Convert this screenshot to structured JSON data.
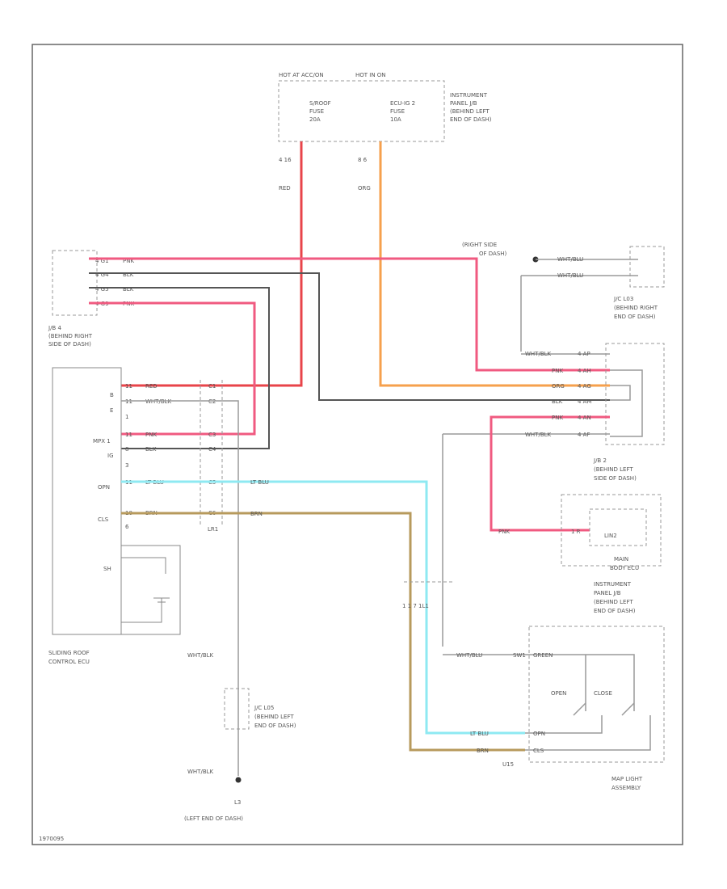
{
  "colors": {
    "red": "#f05a80",
    "red_feed": "#e8444a",
    "orange": "#f6a04d",
    "light_blue": "#8ee9f2",
    "tan": "#b79a5c",
    "gray": "#9a9a9a",
    "dark": "#555555"
  },
  "labels": {
    "hot_at_acc": "HOT AT ACC/ON",
    "hot_in_on": "HOT IN ON",
    "fuse1_a": "S/ROOF",
    "fuse1_b": "FUSE",
    "fuse1_c": "20A",
    "fuse2_a": "ECU-IG 2",
    "fuse2_b": "FUSE",
    "fuse2_c": "10A",
    "ip_jb_1": "INSTRUMENT",
    "ip_jb_2": "PANEL J/B",
    "ip_jb_3": "(BEHIND LEFT",
    "ip_jb_4": "END OF DASH)",
    "pin_4_16": "4 16",
    "pin_8_6": "8 6",
    "red": "RED",
    "org": "ORG",
    "right_side_1": "(RIGHT SIDE",
    "right_side_2": "OF DASH)",
    "wht_blu_1": "WHT/BLU",
    "wht_blu_2": "WHT/BLU",
    "jc_1": "J/C L03",
    "jc_2": "(BEHIND RIGHT",
    "jc_3": "END OF DASH)",
    "jb4_1": "J/B 4",
    "jb4_2": "(BEHIND RIGHT",
    "jb4_3": "SIDE OF DASH)",
    "jb4_c1": "4 G1",
    "jb4_c2": "4 G4",
    "jb4_c3": "4 G5",
    "jb4_c4": "4 G9",
    "w_pnk1": "PNK",
    "w_blk1": "BLK",
    "w_blk2": "BLK",
    "w_pnk2": "PNK",
    "ecu_p1": "B",
    "ecu_p2": "E",
    "ecu_p3": "MPX 1",
    "ecu_p4": "IG",
    "ecu_p5": "OPN",
    "ecu_p6": "CLS",
    "ecu_p7": "SH",
    "ecu_pin1": "11",
    "ecu_pin2": "11",
    "ecu_pin3": "1",
    "ecu_pin4": "11",
    "ecu_pin5": "8",
    "ecu_pin6": "3",
    "ecu_pin7": "11",
    "ecu_pin8": "10",
    "ecu_pin9": "6",
    "ecu_w1": "RED",
    "ecu_w2": "WHT/BLK",
    "ecu_w3": "PNK",
    "ecu_w4": "BLK",
    "ecu_w5": "LT BLU",
    "ecu_w6": "BRN",
    "conn_c1": "C1",
    "conn_c2": "C2",
    "conn_c3": "C3",
    "conn_c4": "C4",
    "conn_c5": "C5",
    "conn_c6": "C6",
    "lr1": "LR1",
    "ecu_name_1": "SLIDING ROOF",
    "ecu_name_2": "CONTROL ECU",
    "wht_blk_a": "WHT/BLK",
    "wht_blk_b": "WHT/BLK",
    "jcl05_1": "J/C L05",
    "jcl05_2": "(BEHIND LEFT",
    "jcl05_3": "END OF DASH)",
    "l3": "L3",
    "l3_2": "(LEFT END OF DASH)",
    "lt_blu_mid": "LT BLU",
    "brn_mid": "BRN",
    "jb_right_w1": "WHT/BLK",
    "jb_right_w2": "PNK",
    "jb_right_w3": "ORG",
    "jb_right_w4": "BLK",
    "jb_right_w5": "PNK",
    "jb_right_w6": "WHT/BLK",
    "jb_right_p1": "4 AP",
    "jb_right_p2": "4 AH",
    "jb_right_p3": "4 AG",
    "jb_right_p4": "4 AM",
    "jb_right_p5": "4 AN",
    "jb_right_p6": "4 AF",
    "jb2_1": "J/B 2",
    "jb2_2": "(BEHIND LEFT",
    "jb2_3": "SIDE OF DASH)",
    "main_1": "MAIN",
    "main_2": "BODY ECU",
    "lin": "LIN2",
    "pnk_bot": "PNK",
    "pin_1r": "1 R",
    "pin_bottom": "1 1 7 1L1",
    "ip_jb2_1": "INSTRUMENT",
    "ip_jb2_2": "PANEL J/B",
    "ip_jb2_3": "(BEHIND LEFT",
    "ip_jb2_4": "END OF DASH)",
    "wht_blu_bottom": "WHT/BLU",
    "pin_sw1": "SW1",
    "green": "GREEN",
    "open": "OPEN",
    "close": "CLOSE",
    "lt_blu_sw": "LT BLU",
    "brn_sw": "BRN",
    "opn_sw": "OPN",
    "cls_sw": "CLS",
    "u15": "U15",
    "map_1": "MAP LIGHT",
    "map_2": "ASSEMBLY",
    "corner": "1970095"
  }
}
